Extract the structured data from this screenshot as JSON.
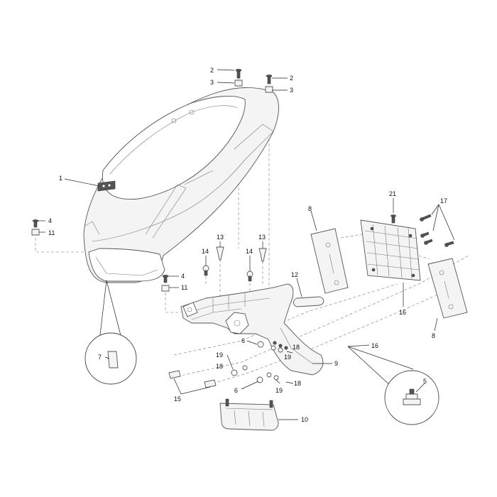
{
  "diagram": {
    "labels": {
      "n1": "1",
      "n2": "2",
      "n3": "3",
      "n4": "4",
      "n5": "5",
      "n6": "6",
      "n7": "7",
      "n8": "8",
      "n9": "9",
      "n10": "10",
      "n11": "11",
      "n12": "12",
      "n13": "13",
      "n14": "14",
      "n15": "15",
      "n16": "16",
      "n17": "17",
      "n18": "18",
      "n19": "19",
      "n21": "21"
    }
  }
}
